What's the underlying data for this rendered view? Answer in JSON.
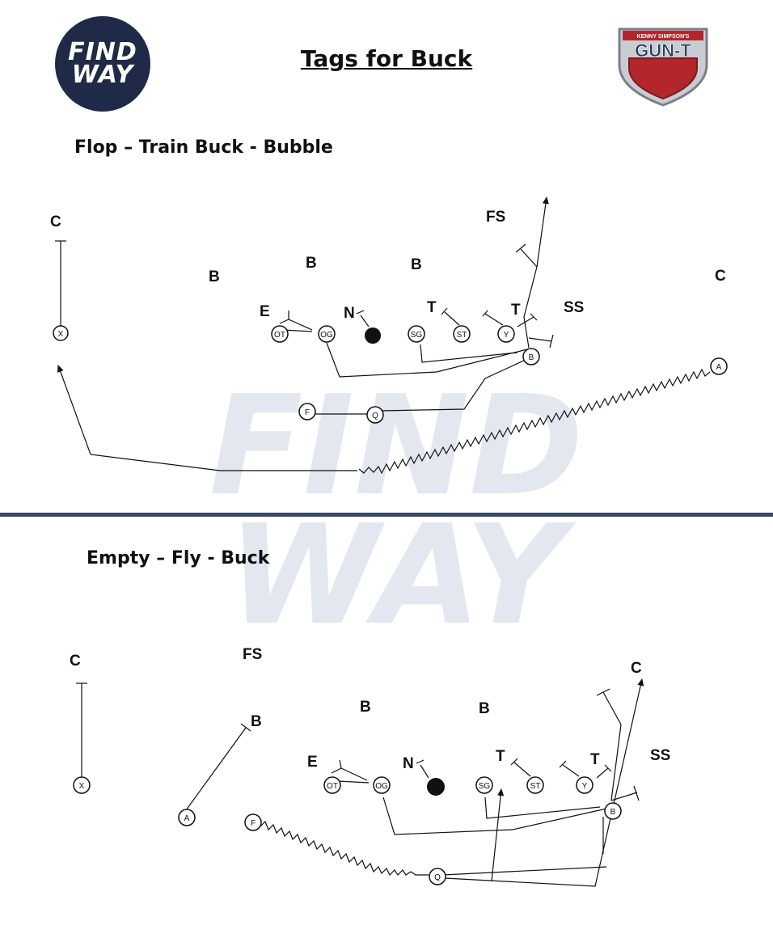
{
  "header": {
    "title": "Tags for Buck",
    "logo_left": {
      "lines": [
        "FIND",
        "WAY"
      ],
      "color": "#1e2a47"
    },
    "logo_right": {
      "top_text": "KENNY SIMPSON'S",
      "main_text": "GUN-T",
      "accent": "#b3262b"
    }
  },
  "watermark": {
    "lines": [
      "FIND",
      "WAY"
    ],
    "color": "#dfe3ee"
  },
  "divider_color": "#3b4a66",
  "diagrams": [
    {
      "title": "Flop – Train Buck - Bubble",
      "defense": {
        "c_left": "C",
        "b1": "B",
        "b2": "B",
        "b3": "B",
        "fs": "FS",
        "c_right": "C",
        "e": "E",
        "n": "N",
        "t1": "T",
        "t2": "T",
        "ss": "SS"
      },
      "offense": {
        "x": "X",
        "ot": "OT",
        "og": "OG",
        "sg": "SG",
        "st": "ST",
        "y": "Y",
        "b": "B",
        "a": "A",
        "f": "F",
        "q": "Q"
      }
    },
    {
      "title": "Empty – Fly - Buck",
      "defense": {
        "c_left": "C",
        "fs": "FS",
        "b1": "B",
        "b2": "B",
        "b3": "B",
        "c_right": "C",
        "e": "E",
        "n": "N",
        "t1": "T",
        "t2": "T",
        "ss": "SS"
      },
      "offense": {
        "x": "X",
        "a": "A",
        "f": "F",
        "ot": "OT",
        "og": "OG",
        "sg": "SG",
        "st": "ST",
        "y": "Y",
        "b": "B",
        "q": "Q"
      }
    }
  ]
}
